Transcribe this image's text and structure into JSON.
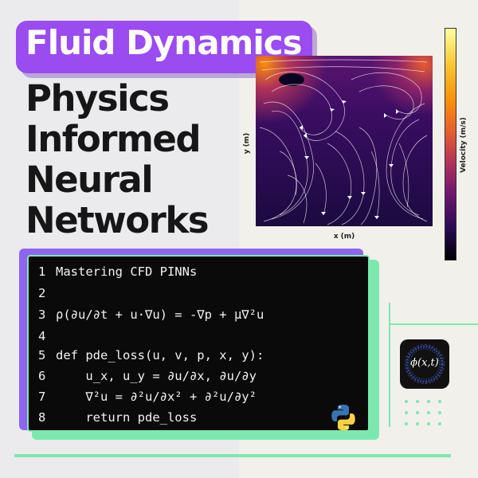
{
  "badge": {
    "label": "Fluid Dynamics"
  },
  "headline": {
    "lines": [
      "Physics",
      "Informed",
      "Neural",
      "Networks"
    ]
  },
  "plot": {
    "xlabel": "x (m)",
    "ylabel": "y (m)",
    "colorbar_label": "Velocity (m/s)",
    "colormap": "inferno"
  },
  "code": {
    "lines": [
      {
        "num": "1",
        "text": "Mastering CFD PINNs"
      },
      {
        "num": "2",
        "text": ""
      },
      {
        "num": "3",
        "text": "ρ(∂u/∂t + u·∇u) = -∇p + μ∇²u"
      },
      {
        "num": "4",
        "text": ""
      },
      {
        "num": "5",
        "text": "def pde_loss(u, v, p, x, y):"
      },
      {
        "num": "6",
        "text": "    u_x, u_y = ∂u/∂x, ∂u/∂y"
      },
      {
        "num": "7",
        "text": "    ∇²u = ∂²u/∂x² + ∂²u/∂y²"
      },
      {
        "num": "8",
        "text": "    return pde_loss"
      }
    ]
  },
  "phi_icon": {
    "label": "ϕ(x,t)"
  },
  "colors": {
    "accent_purple": "#9a4cf0",
    "accent_green": "#7ce8b0",
    "code_bg": "#0a0a0a"
  }
}
